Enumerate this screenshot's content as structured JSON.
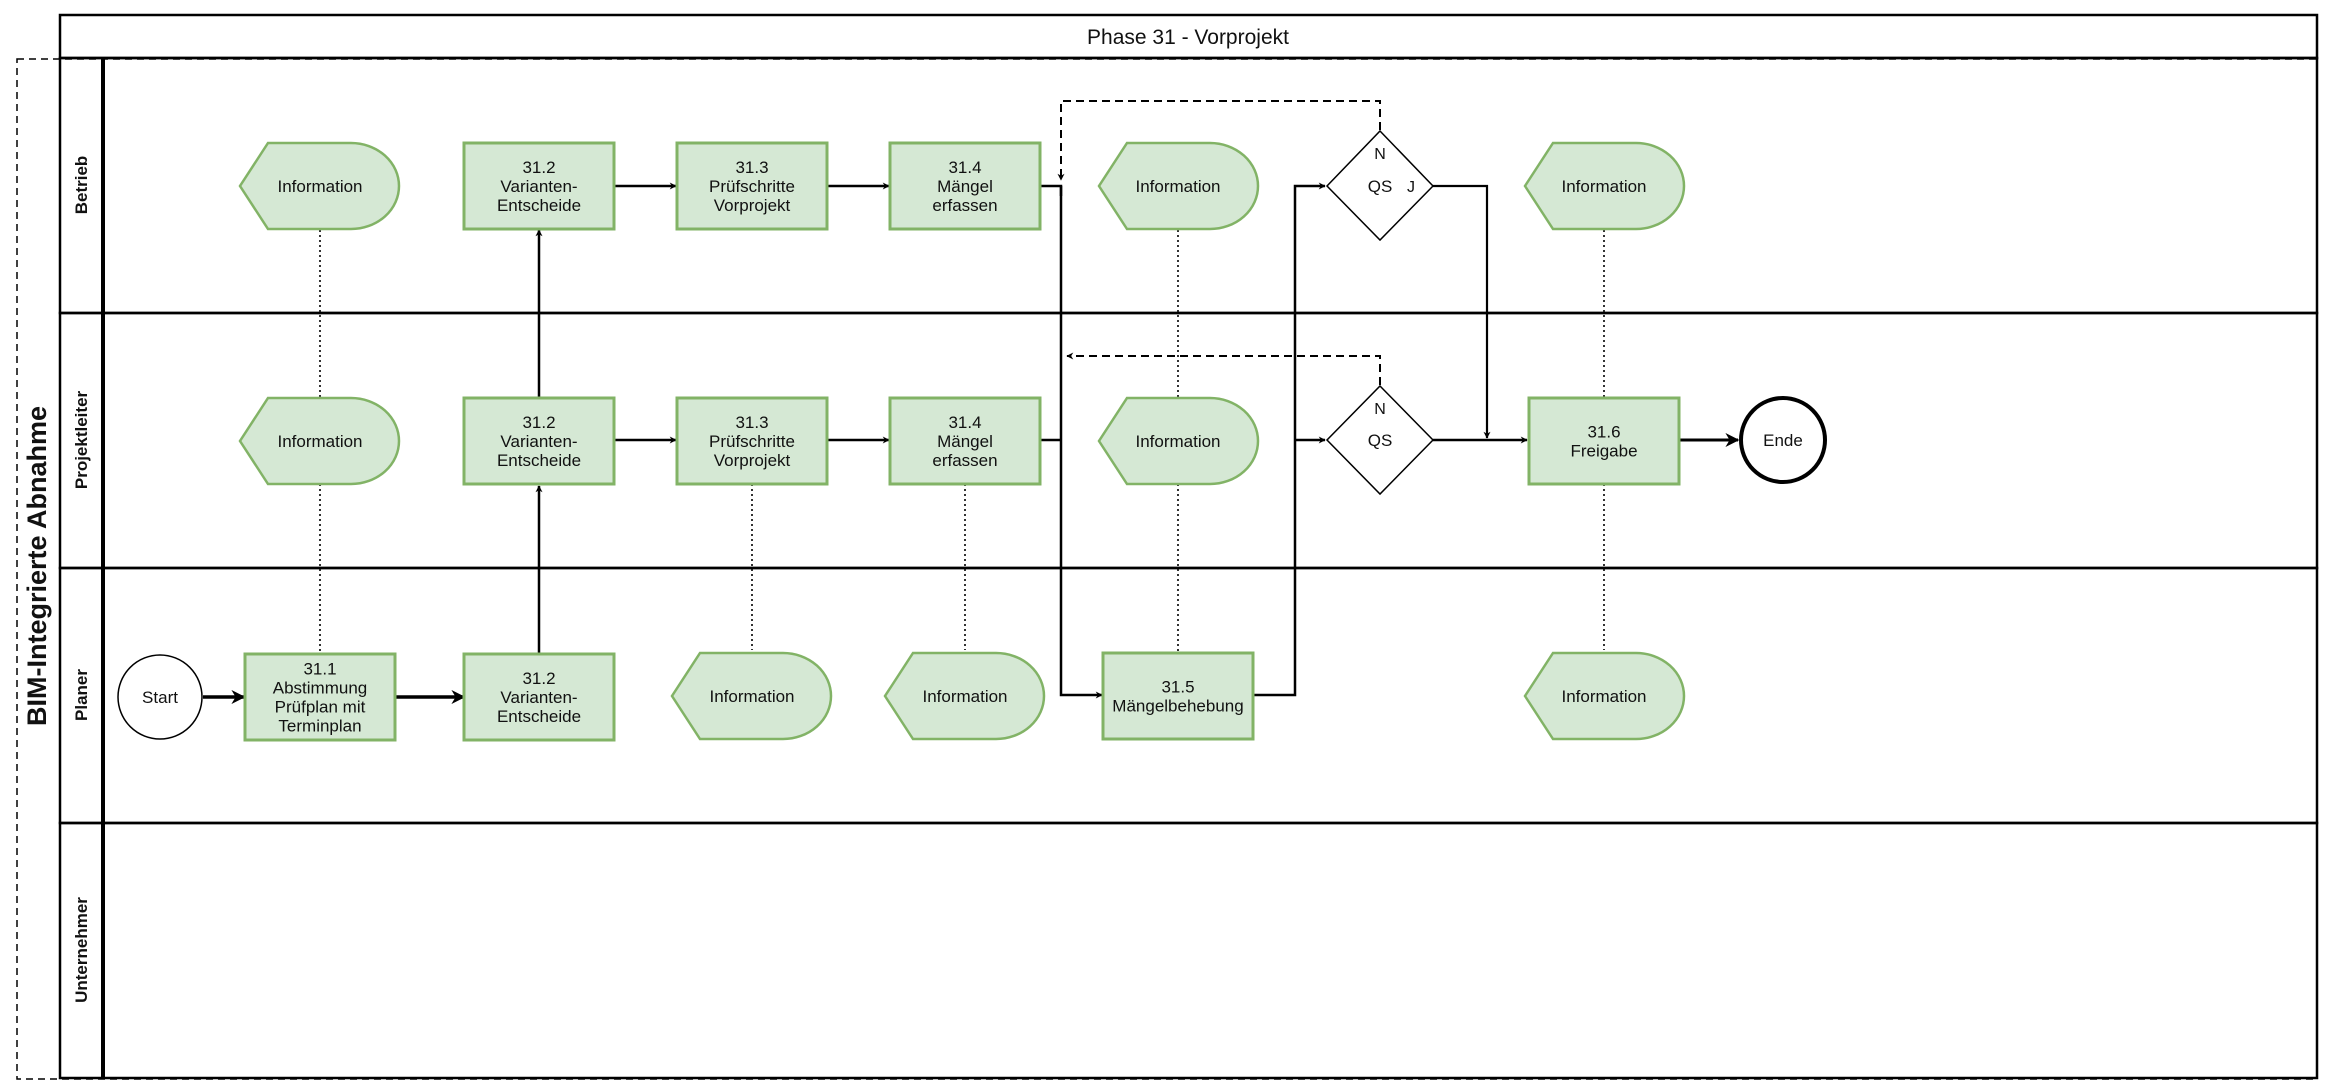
{
  "phase_title": "Phase 31 - Vorprojekt",
  "pool_title": "BIM-Integrierte Abnahme",
  "lanes": [
    "Betrieb",
    "Projektleiter",
    "Planer",
    "Unternehmer"
  ],
  "colors": {
    "task_fill": "#d5e8d4",
    "task_stroke": "#82b366",
    "line": "#000000",
    "background": "#ffffff"
  },
  "nodes": {
    "info_b1": "Information",
    "b312": "31.2\nVarianten-\nEntscheide",
    "b313": "31.3\nPrüfschritte\nVorprojekt",
    "b314": "31.4\nMängel\nerfassen",
    "info_b2": "Information",
    "qs_b": "QS",
    "qs_b_n": "N",
    "qs_b_j": "J",
    "info_b3": "Information",
    "info_p1": "Information",
    "p312": "31.2\nVarianten-\nEntscheide",
    "p313": "31.3\nPrüfschritte\nVorprojekt",
    "p314": "31.4\nMängel\nerfassen",
    "info_p2": "Information",
    "qs_p": "QS",
    "qs_p_n": "N",
    "p316": "31.6\nFreigabe",
    "end": "Ende",
    "start": "Start",
    "l311": "31.1\nAbstimmung\nPrüfplan mit\nTerminplan",
    "l312": "31.2\nVarianten-\nEntscheide",
    "info_l1": "Information",
    "info_l2": "Information",
    "l315": "31.5\nMängelbehebung",
    "info_l3": "Information"
  }
}
